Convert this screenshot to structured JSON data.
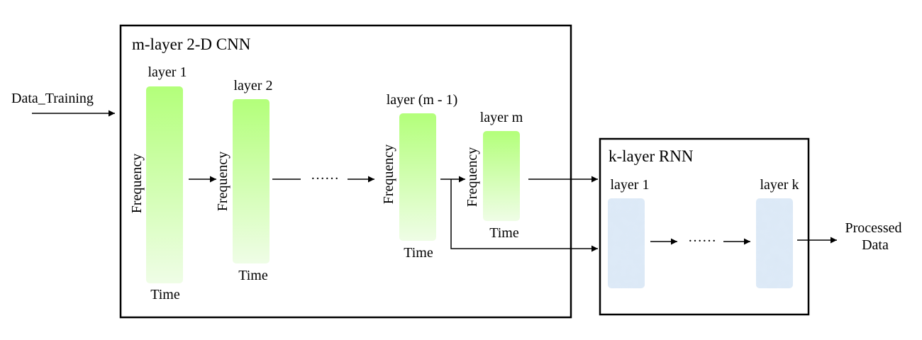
{
  "input_label": "Data_Training",
  "output_label_lines": [
    "Processed",
    "Data"
  ],
  "cnn": {
    "title": "m-layer 2-D CNN",
    "ellipsis": "……",
    "layers": [
      {
        "label": "layer 1",
        "axis_y": "Frequency",
        "axis_x": "Time"
      },
      {
        "label": "layer 2",
        "axis_y": "Frequency",
        "axis_x": "Time"
      },
      {
        "label": "layer (m - 1)",
        "axis_y": "Frequency",
        "axis_x": "Time"
      },
      {
        "label": "layer m",
        "axis_y": "Frequency",
        "axis_x": "Time"
      }
    ]
  },
  "rnn": {
    "title": "k-layer RNN",
    "ellipsis": "……",
    "layers": [
      {
        "label": "layer 1"
      },
      {
        "label": "layer k"
      }
    ]
  },
  "colors": {
    "cnn_gradient_top": "#b3ff7a",
    "cnn_gradient_bottom": "#effde6",
    "rnn_fill": "#dbe8f6",
    "border": "#000000"
  }
}
